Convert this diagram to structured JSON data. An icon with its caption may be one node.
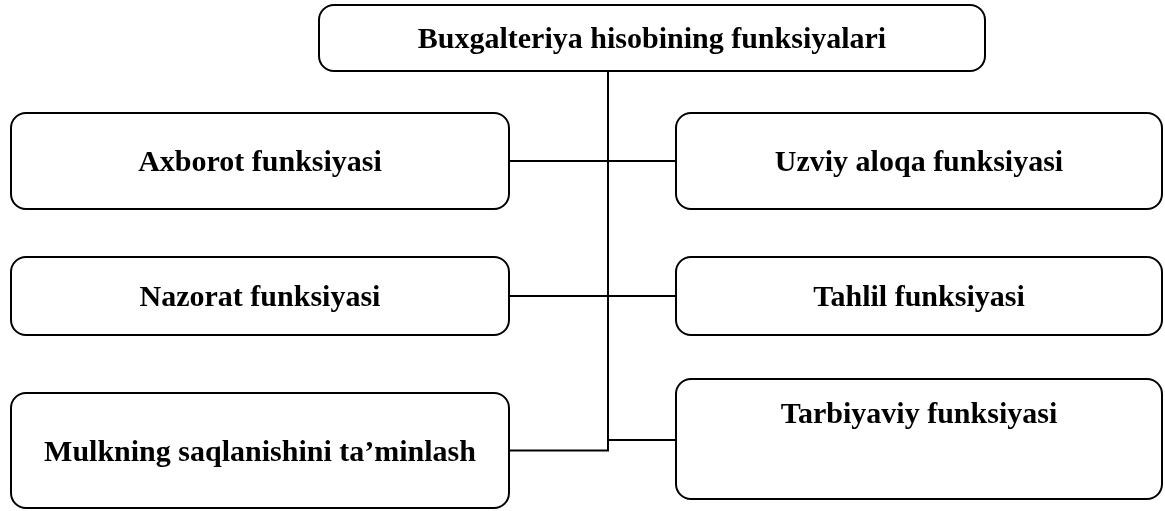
{
  "diagram": {
    "nodes": [
      {
        "text": [
          "Buxgalteriya hisobining funksiyalari"
        ]
      },
      {
        "text": [
          "Axborot funksiyasi"
        ]
      },
      {
        "text": [
          "Uzviy aloqa funksiyasi"
        ]
      },
      {
        "text": [
          "Nazorat funksiyasi"
        ]
      },
      {
        "text": [
          "Tahlil funksiyasi"
        ]
      },
      {
        "text": [
          "Mulkning saqlanishini ta’minlash"
        ]
      },
      {
        "text": [
          "Tarbiyaviy funksiyasi"
        ]
      }
    ],
    "edges": [
      {
        "from": 0,
        "to": 1,
        "arrow": "none"
      },
      {
        "from": 0,
        "to": 2,
        "arrow": "none"
      },
      {
        "from": 0,
        "to": 3,
        "arrow": "none"
      },
      {
        "from": 0,
        "to": 4,
        "arrow": "none"
      },
      {
        "from": 0,
        "to": 5,
        "arrow": "none"
      },
      {
        "from": 0,
        "to": 6,
        "arrow": "none"
      }
    ]
  }
}
